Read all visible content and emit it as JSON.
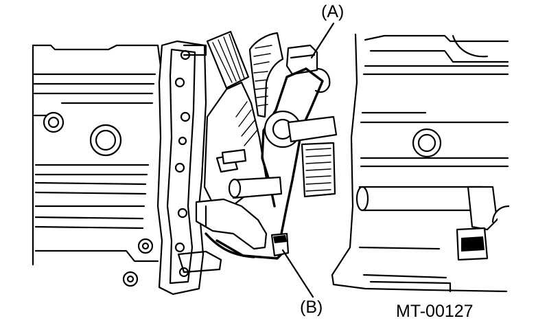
{
  "figure": {
    "callouts": {
      "a": "(A)",
      "b": "(B)"
    },
    "figure_id": "MT-00127"
  },
  "colors": {
    "ink": "#000000",
    "background": "#ffffff"
  }
}
